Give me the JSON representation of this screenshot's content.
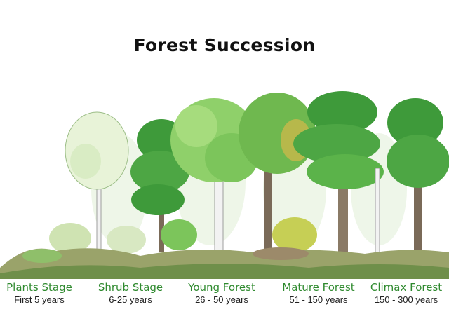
{
  "title": "Forest Succession",
  "stages": [
    {
      "name": "Plants Stage",
      "years": "First 5 years"
    },
    {
      "name": "Shrub Stage",
      "years": "6-25 years"
    },
    {
      "name": "Young Forest",
      "years": "26 - 50 years"
    },
    {
      "name": "Mature Forest",
      "years": "51 - 150 years"
    },
    {
      "name": "Climax Forest",
      "years": "150 - 300 years"
    }
  ],
  "colors": {
    "stage_label": "#2f8a2f",
    "foliage_light": "#8fd06a",
    "foliage_dark": "#3e9a3a",
    "birch_bark": "#f2f2f2",
    "trunk": "#7a6a58",
    "ground": "#9aa36a"
  }
}
